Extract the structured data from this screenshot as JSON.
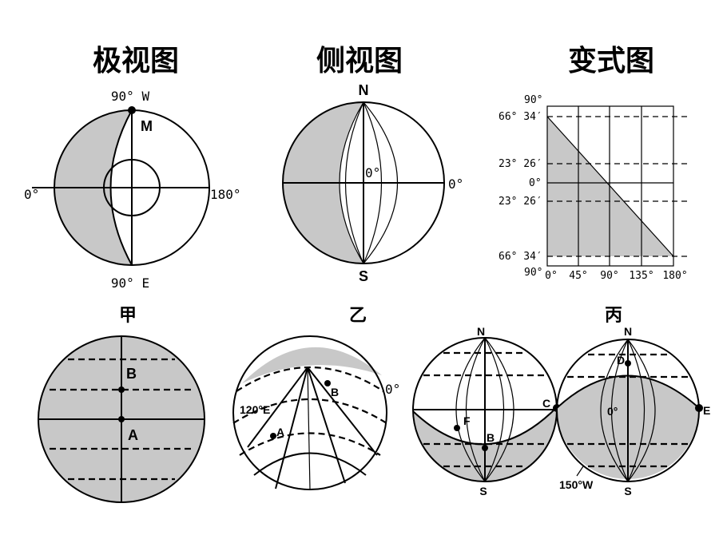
{
  "titles": {
    "polar": "极视图",
    "side": "侧视图",
    "variant": "变式图"
  },
  "subtitles": {
    "jia": "甲",
    "yi": "乙",
    "bing": "丙"
  },
  "polar_view": {
    "top_label": "90° W",
    "bottom_label": "90° E",
    "left_label": "0°",
    "right_label": "180°",
    "point_label": "M"
  },
  "side_view": {
    "north_label": "N",
    "south_label": "S",
    "center_label": "0°",
    "right_label": "0°"
  },
  "variant_chart": {
    "lat_labels": [
      "90°",
      "66° 34′",
      "23° 26′",
      "0°",
      "23° 26′",
      "66° 34′",
      "90°"
    ],
    "lon_labels": [
      "0°",
      "45°",
      "90°",
      "135°",
      "180°"
    ]
  },
  "jia": {
    "point_b": "B",
    "point_a": "A"
  },
  "yi": {
    "lon_120": "120°E",
    "lon_0": "0°",
    "point_a": "A",
    "point_b": "B"
  },
  "bing": {
    "left_n": "N",
    "left_s": "S",
    "point_c": "C",
    "point_f": "F",
    "point_b": "B",
    "right_n": "N",
    "right_s": "S",
    "point_d": "D",
    "point_e": "E",
    "center": "0°",
    "lon_150": "150°W"
  }
}
